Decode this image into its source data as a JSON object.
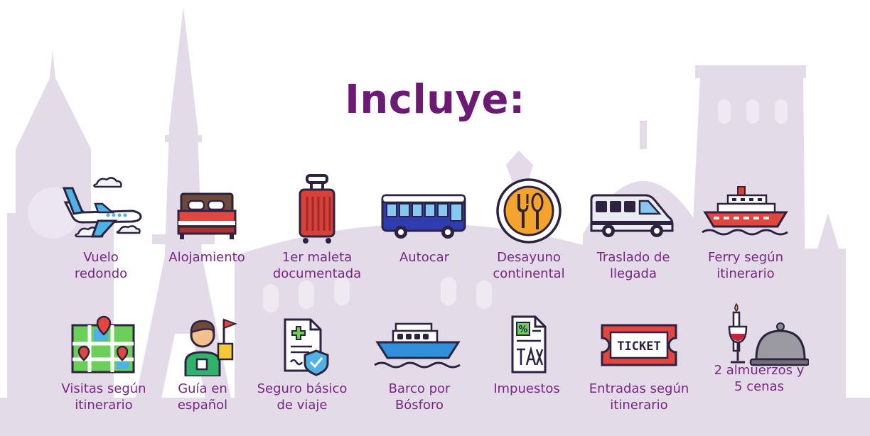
{
  "title": "Incluye:",
  "colors": {
    "title": "#6d1a74",
    "label": "#7a2584",
    "skyline": "#e3dbe8",
    "outline": "#2d2340"
  },
  "items": [
    {
      "label": "Vuelo\nredondo",
      "icon": "airplane-icon"
    },
    {
      "label": "Alojamiento",
      "icon": "bed-icon"
    },
    {
      "label": "1er maleta\ndocumentada",
      "icon": "suitcase-icon"
    },
    {
      "label": "Autocar",
      "icon": "bus-icon"
    },
    {
      "label": "Desayuno\ncontinental",
      "icon": "plate-cutlery-icon"
    },
    {
      "label": "Traslado de\nllegada",
      "icon": "van-icon"
    },
    {
      "label": "Ferry según\nitinerario",
      "icon": "ferry-icon"
    },
    {
      "label": "Visitas según\nitinerario",
      "icon": "map-icon"
    },
    {
      "label": "Guía en\nespañol",
      "icon": "tour-guide-icon"
    },
    {
      "label": "Seguro básico\nde viaje",
      "icon": "insurance-document-icon"
    },
    {
      "label": "Barco por\nBósforo",
      "icon": "boat-icon"
    },
    {
      "label": "Impuestos",
      "icon": "tax-document-icon"
    },
    {
      "label": "Entradas según\nitinerario",
      "icon": "ticket-icon",
      "icon_text": "TICKET"
    },
    {
      "label": "2 almuerzos y\n5 cenas",
      "icon": "dinner-icon"
    }
  ]
}
